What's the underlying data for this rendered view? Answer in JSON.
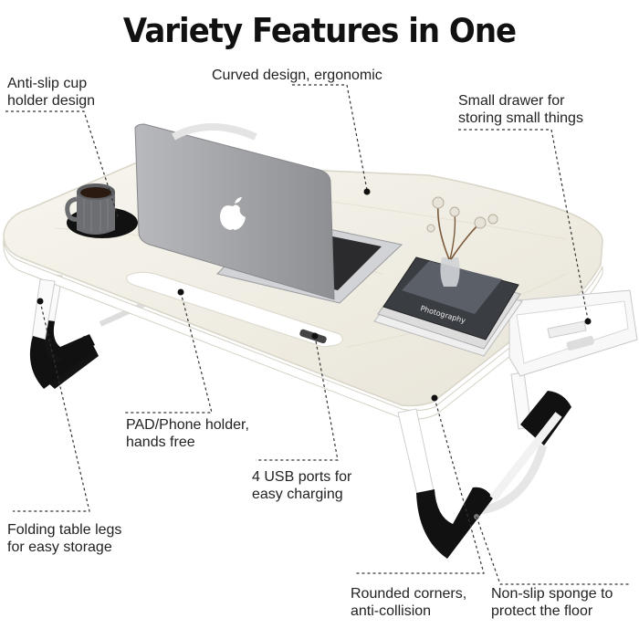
{
  "title": "Variety Features in One",
  "callouts": {
    "cup_holder": [
      "Anti-slip cup",
      "holder design"
    ],
    "curved": [
      "Curved design, ergonomic"
    ],
    "drawer": [
      "Small drawer for",
      "storing small things"
    ],
    "pad_holder": [
      "PAD/Phone holder,",
      "hands free"
    ],
    "usb": [
      "4 USB ports for",
      "easy charging"
    ],
    "legs": [
      "Folding table legs",
      "for easy storage"
    ],
    "corners": [
      "Rounded corners,",
      "anti-collision"
    ],
    "sponge": [
      "Non-slip sponge to",
      "protect the floor"
    ]
  },
  "book_text": "Photography",
  "colors": {
    "tabletop": "#f2efe6",
    "laptop": "#a8a9ad",
    "foam": "#111111",
    "legs": "#ffffff"
  }
}
